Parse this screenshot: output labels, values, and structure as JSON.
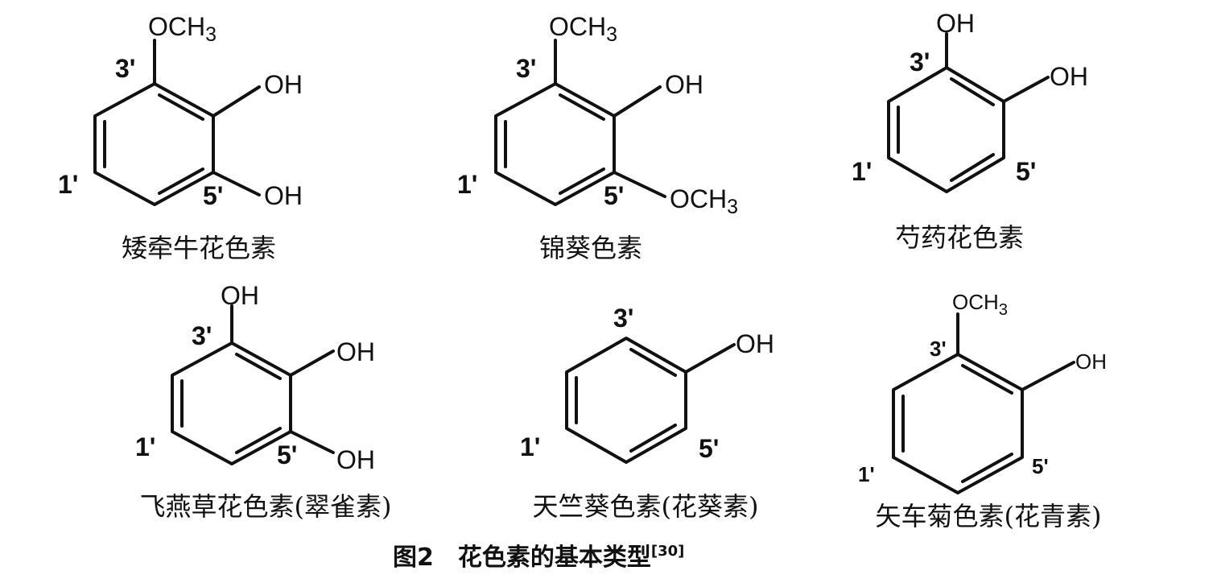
{
  "figure": {
    "caption": "图2　花色素的基本类型",
    "caption_ref": "[30]"
  },
  "molecules": [
    {
      "name": "矮牵牛花色素",
      "top_sub": "OCH3",
      "right_sub": "OH",
      "lower_right_sub": "OH",
      "pos_3": "3'",
      "pos_5": "5'",
      "pos_1": "1'"
    },
    {
      "name": "锦葵色素",
      "top_sub": "OCH3",
      "right_sub": "OH",
      "lower_right_sub": "OCH3",
      "pos_3": "3'",
      "pos_5": "5'",
      "pos_1": "1'"
    },
    {
      "name": "芍药花色素",
      "top_sub": "OH",
      "right_sub": "OH",
      "pos_3": "3'",
      "pos_5": "5'",
      "pos_1": "1'"
    },
    {
      "name": "飞燕草花色素(翠雀素)",
      "top_sub": "OH",
      "right_sub": "OH",
      "lower_right_sub": "OH",
      "pos_3": "3'",
      "pos_5": "5'",
      "pos_1": "1'"
    },
    {
      "name": "天竺葵色素(花葵素)",
      "right_sub": "OH",
      "pos_3": "3'",
      "pos_5": "5'",
      "pos_1": "1'"
    },
    {
      "name": "矢车菊色素(花青素)",
      "top_sub": "OCH3",
      "right_sub": "OH",
      "pos_3": "3'",
      "pos_5": "5'",
      "pos_1": "1'"
    }
  ]
}
